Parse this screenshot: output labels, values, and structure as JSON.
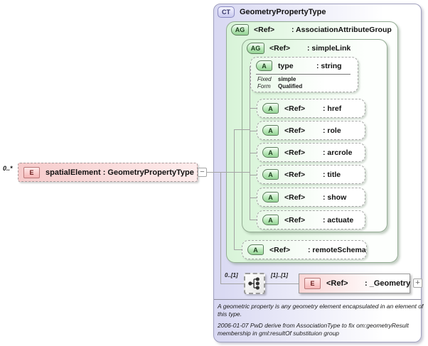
{
  "ct": {
    "badge": "CT",
    "title": "GeometryPropertyType"
  },
  "ag_assoc": {
    "badge": "AG",
    "ref": "<Ref>",
    "type": ": AssociationAttributeGroup"
  },
  "ag_simplelink": {
    "badge": "AG",
    "ref": "<Ref>",
    "type": ": simpleLink"
  },
  "attr_type": {
    "badge": "A",
    "name": "type",
    "type": ": string",
    "facets": [
      {
        "label": "Fixed",
        "value": "simple"
      },
      {
        "label": "Form",
        "value": "Qualified"
      }
    ]
  },
  "attrs": [
    {
      "badge": "A",
      "ref": "<Ref>",
      "type": ": href"
    },
    {
      "badge": "A",
      "ref": "<Ref>",
      "type": ": role"
    },
    {
      "badge": "A",
      "ref": "<Ref>",
      "type": ": arcrole"
    },
    {
      "badge": "A",
      "ref": "<Ref>",
      "type": ": title"
    },
    {
      "badge": "A",
      "ref": "<Ref>",
      "type": ": show"
    },
    {
      "badge": "A",
      "ref": "<Ref>",
      "type": ": actuate"
    }
  ],
  "attr_remote": {
    "badge": "A",
    "ref": "<Ref>",
    "type": ": remoteSchema"
  },
  "content": {
    "occ_left": "0..[1]",
    "occ_right": "[1]..[1]",
    "element": {
      "badge": "E",
      "ref": "<Ref>",
      "type": ": _Geometry",
      "expand_label": "+"
    },
    "compositor_icon": "sequence-icon"
  },
  "annotations": {
    "documentation": "A geometric property is any geometry element encapsulated in an element of this type.",
    "revision": "2006-01-07 PwD derive from AssociationType to fix om:geometryResult membership in gml:resultOf substituion group"
  },
  "element_spatial": {
    "occurrence": "0..*",
    "badge": "E",
    "label": "spatialElement : GeometryPropertyType",
    "collapse_label": "−"
  },
  "colors": {
    "complex_type_fill": "#d8d8f2",
    "group_fill": "#d8f4d8",
    "attribute_fill": "#e9f9e9",
    "element_fill": "#f9d6d6",
    "badge_green": "#94d294",
    "badge_pink": "#f5b5b5",
    "badge_purple": "#c9c9ef",
    "connector_line": "#a3a3a3"
  }
}
